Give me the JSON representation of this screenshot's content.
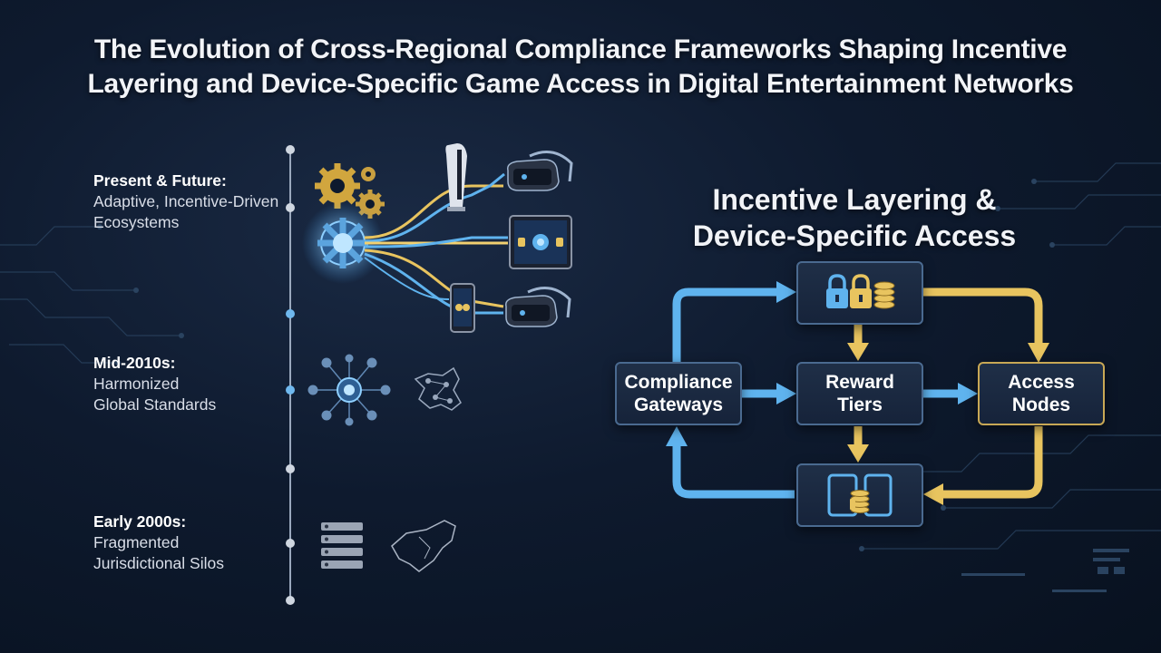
{
  "title": {
    "line1": "The Evolution of Cross-Regional Compliance Frameworks Shaping Incentive",
    "line2": "Layering and Device-Specific Game Access in Digital Entertainment Networks"
  },
  "timeline": [
    {
      "heading": "Present & Future:",
      "line1": "Adaptive, Incentive-Driven",
      "line2": "Ecosystems"
    },
    {
      "heading": "Mid-2010s:",
      "line1": "Harmonized",
      "line2": "Global Standards"
    },
    {
      "heading": "Early 2000s:",
      "line1": "Fragmented",
      "line2": "Jurisdictional Silos"
    }
  ],
  "panel": {
    "title_line1": "Incentive Layering &",
    "title_line2": "Device-Specific Access",
    "nodes": {
      "gateways": {
        "line1": "Compliance",
        "line2": "Gateways"
      },
      "rewards": {
        "line1": "Reward",
        "line2": "Tiers"
      },
      "access": {
        "line1": "Access",
        "line2": "Nodes"
      }
    }
  },
  "colors": {
    "blue": "#5fb3ee",
    "gold": "#e8c45f",
    "line": "#9aa8bd"
  },
  "icons": [
    "gear-icon",
    "console-icon",
    "vr-headset-icon",
    "tablet-icon",
    "smartphone-icon",
    "network-hub-icon",
    "world-map-icon",
    "server-rack-icon",
    "region-map-icon",
    "padlock-icon",
    "coin-stack-icon",
    "devices-icon"
  ]
}
